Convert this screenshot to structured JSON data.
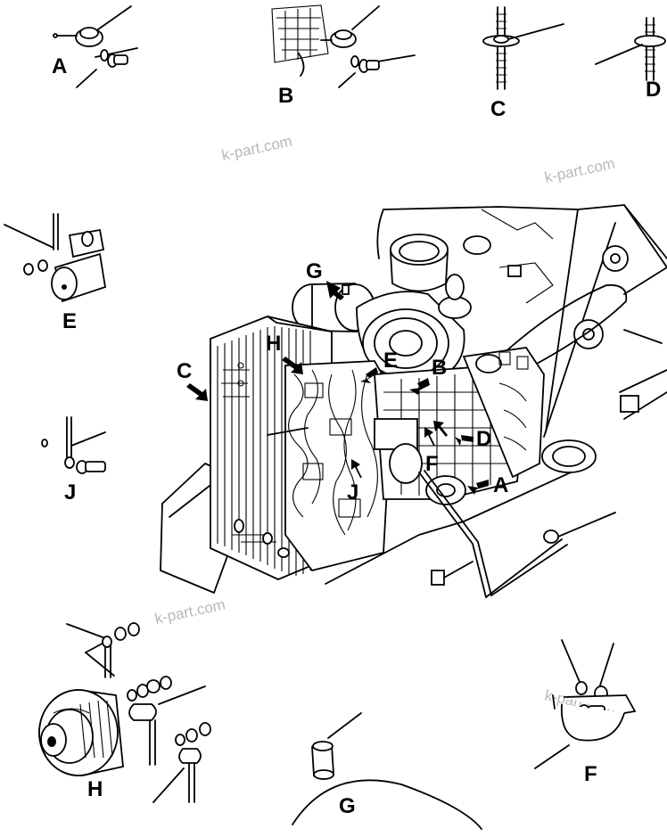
{
  "watermark": "k-part.com",
  "detail_labels": {
    "a": "A",
    "b": "B",
    "c": "C",
    "d": "D",
    "e": "E",
    "j": "J",
    "h": "H",
    "g": "G",
    "f": "F"
  },
  "callouts": {
    "g": "G",
    "h": "H",
    "c": "C",
    "e": "E",
    "b": "B",
    "d": "D",
    "f": "F",
    "j": "J",
    "a": "A"
  }
}
